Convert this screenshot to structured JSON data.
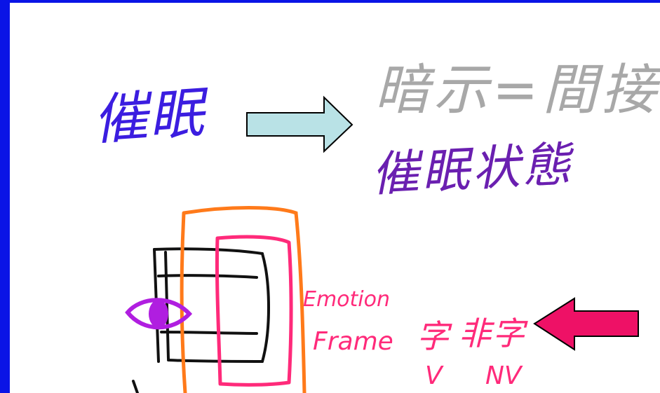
{
  "slide": {
    "hypnosis": "催眠",
    "hint_indirect": "暗示=間接",
    "hypnotic_state": "催眠状態",
    "emotion_label": "Emotion",
    "frame_label": "Frame",
    "char_label": "字",
    "nonchar_label": "非字",
    "v_label": "V",
    "nv_label": "NV"
  },
  "colors": {
    "border": "#0a14e6",
    "hypnosis": "#3b1de0",
    "hint": "#a8a8a8",
    "state": "#6a1fb0",
    "pink": "#ff2a7a",
    "orange": "#ff7a1a",
    "eye": "#b01ee0",
    "arrow_right_fill": "#b9e2e6",
    "arrow_left_fill": "#ee1166"
  },
  "icons": {
    "right_arrow": "right-arrow-icon",
    "left_arrow": "left-arrow-icon",
    "eye": "eye-icon"
  }
}
